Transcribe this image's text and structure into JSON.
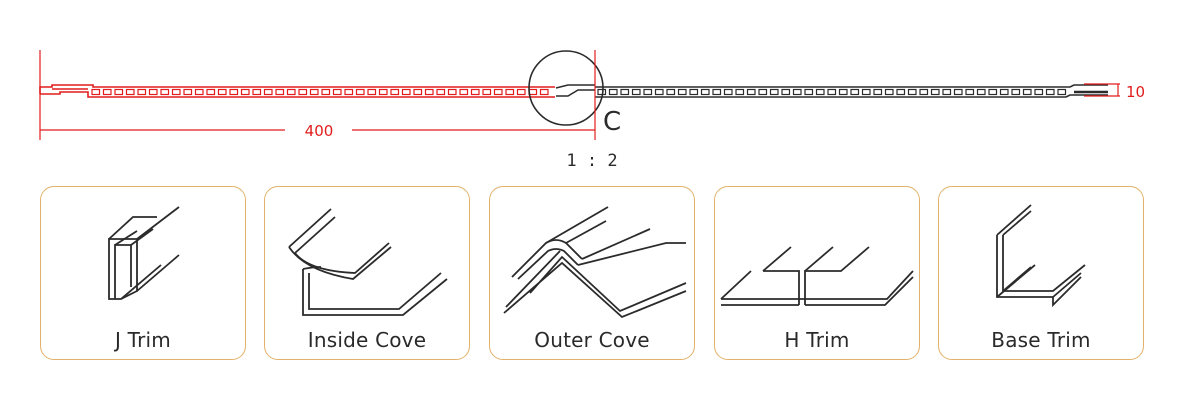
{
  "diagram": {
    "width_label": "400",
    "thickness_label": "10",
    "detail_label": "C",
    "scale_label": "1 : 2",
    "colors": {
      "highlight": "#e21c1c",
      "panel": "#2b2b2b",
      "card_border": "#e3b26a",
      "text": "#2a2a2a"
    }
  },
  "trims": [
    {
      "label": "J Trim",
      "icon": "j-trim-profile"
    },
    {
      "label": "Inside Cove",
      "icon": "inside-cove-profile"
    },
    {
      "label": "Outer Cove",
      "icon": "outer-cove-profile"
    },
    {
      "label": "H Trim",
      "icon": "h-trim-profile"
    },
    {
      "label": "Base Trim",
      "icon": "base-trim-profile"
    }
  ]
}
